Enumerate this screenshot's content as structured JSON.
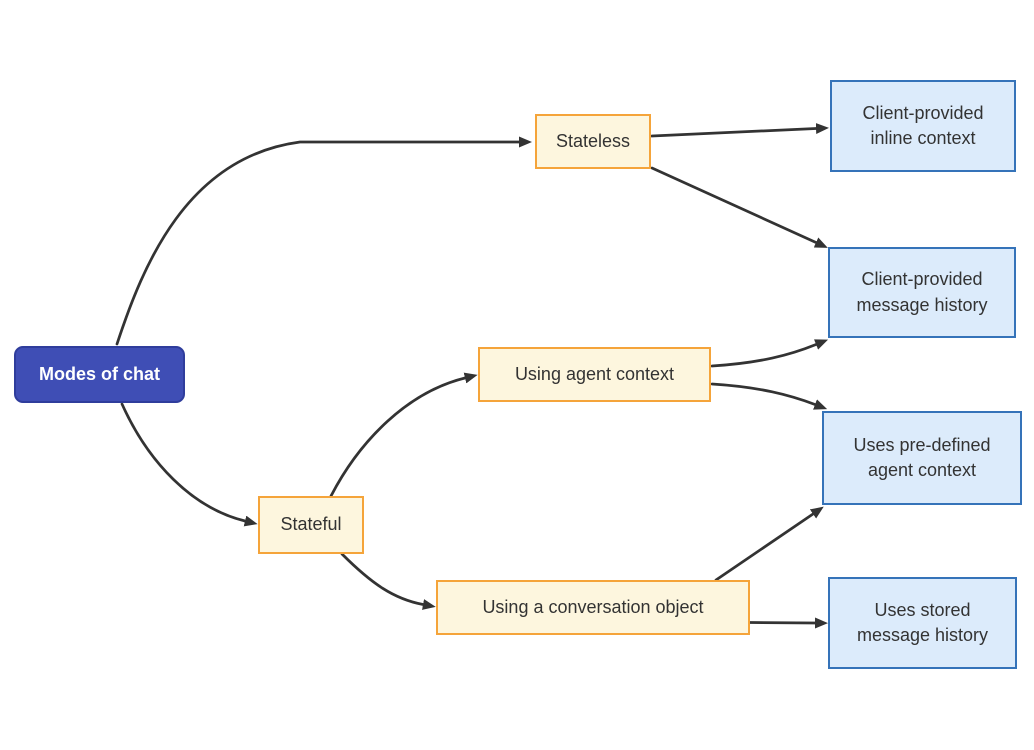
{
  "diagram": {
    "type": "flowchart",
    "direction": "left-to-right",
    "background_color": "#ffffff",
    "edge_color": "#333333",
    "text_color": "#333333",
    "nodes": {
      "root": {
        "id": "modes-of-chat",
        "label": "Modes of chat",
        "fill": "#3f4eb5",
        "border_color": "#2f3d9c",
        "text_color": "#ffffff"
      },
      "stateless": {
        "id": "stateless",
        "label": "Stateless",
        "fill": "#fdf6de",
        "border_color": "#f5a43a"
      },
      "stateful": {
        "id": "stateful",
        "label": "Stateful",
        "fill": "#fdf6de",
        "border_color": "#f5a43a"
      },
      "agent_context": {
        "id": "using-agent-context",
        "label": "Using agent context",
        "fill": "#fdf6de",
        "border_color": "#f5a43a"
      },
      "conversation": {
        "id": "using-a-conversation-object",
        "label": "Using a conversation object",
        "fill": "#fdf6de",
        "border_color": "#f5a43a"
      },
      "inline_context": {
        "id": "client-provided-inline-context",
        "lines": [
          "Client-provided",
          "inline context"
        ],
        "fill": "#dcebfb",
        "border_color": "#3573b9"
      },
      "message_history": {
        "id": "client-provided-message-history",
        "lines": [
          "Client-provided",
          "message history"
        ],
        "fill": "#dcebfb",
        "border_color": "#3573b9"
      },
      "predefined_context": {
        "id": "uses-pre-defined-agent-context",
        "lines": [
          "Uses pre-defined",
          "agent context"
        ],
        "fill": "#dcebfb",
        "border_color": "#3573b9"
      },
      "stored_history": {
        "id": "uses-stored-message-history",
        "lines": [
          "Uses stored",
          "message history"
        ],
        "fill": "#dcebfb",
        "border_color": "#3573b9"
      }
    },
    "edges": [
      {
        "from": "modes-of-chat",
        "to": "stateless"
      },
      {
        "from": "modes-of-chat",
        "to": "stateful"
      },
      {
        "from": "stateless",
        "to": "client-provided-inline-context"
      },
      {
        "from": "stateless",
        "to": "client-provided-message-history"
      },
      {
        "from": "using-agent-context",
        "to": "client-provided-message-history"
      },
      {
        "from": "using-agent-context",
        "to": "uses-pre-defined-agent-context"
      },
      {
        "from": "stateful",
        "to": "using-agent-context"
      },
      {
        "from": "stateful",
        "to": "using-a-conversation-object"
      },
      {
        "from": "using-a-conversation-object",
        "to": "uses-pre-defined-agent-context"
      },
      {
        "from": "using-a-conversation-object",
        "to": "uses-stored-message-history"
      }
    ]
  }
}
